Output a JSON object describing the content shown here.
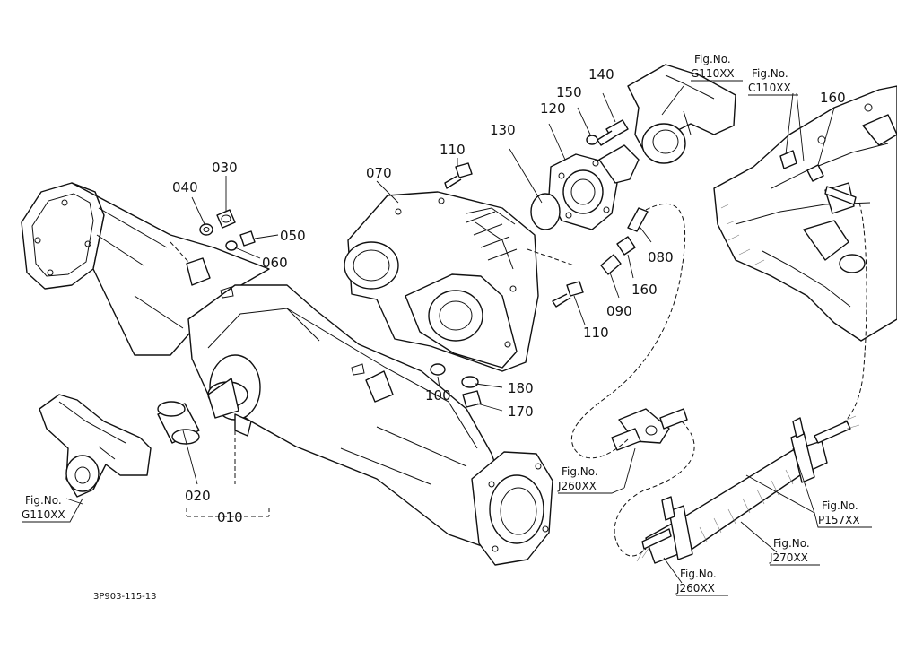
{
  "diagram_code": "3P903-115-13",
  "callouts": {
    "c010": "010",
    "c020": "020",
    "c030": "030",
    "c040": "040",
    "c050": "050",
    "c060": "060",
    "c070": "070",
    "c080": "080",
    "c090": "090",
    "c100": "100",
    "c110a": "110",
    "c110b": "110",
    "c120": "120",
    "c130": "130",
    "c140": "140",
    "c150": "150",
    "c160a": "160",
    "c160b": "160",
    "c170": "170",
    "c180": "180"
  },
  "figure_refs": {
    "g110_top_label": "Fig.No.",
    "g110_top_code": "G110XX",
    "c110_label": "Fig.No.",
    "c110_code": "C110XX",
    "g110_left_label": "Fig.No.",
    "g110_left_code": "G110XX",
    "j260_mid_label": "Fig.No.",
    "j260_mid_code": "J260XX",
    "p157_label": "Fig.No.",
    "p157_code": "P157XX",
    "j270_label": "Fig.No.",
    "j270_code": "J270XX",
    "j260_bot_label": "Fig.No.",
    "j260_bot_code": "J260XX"
  }
}
